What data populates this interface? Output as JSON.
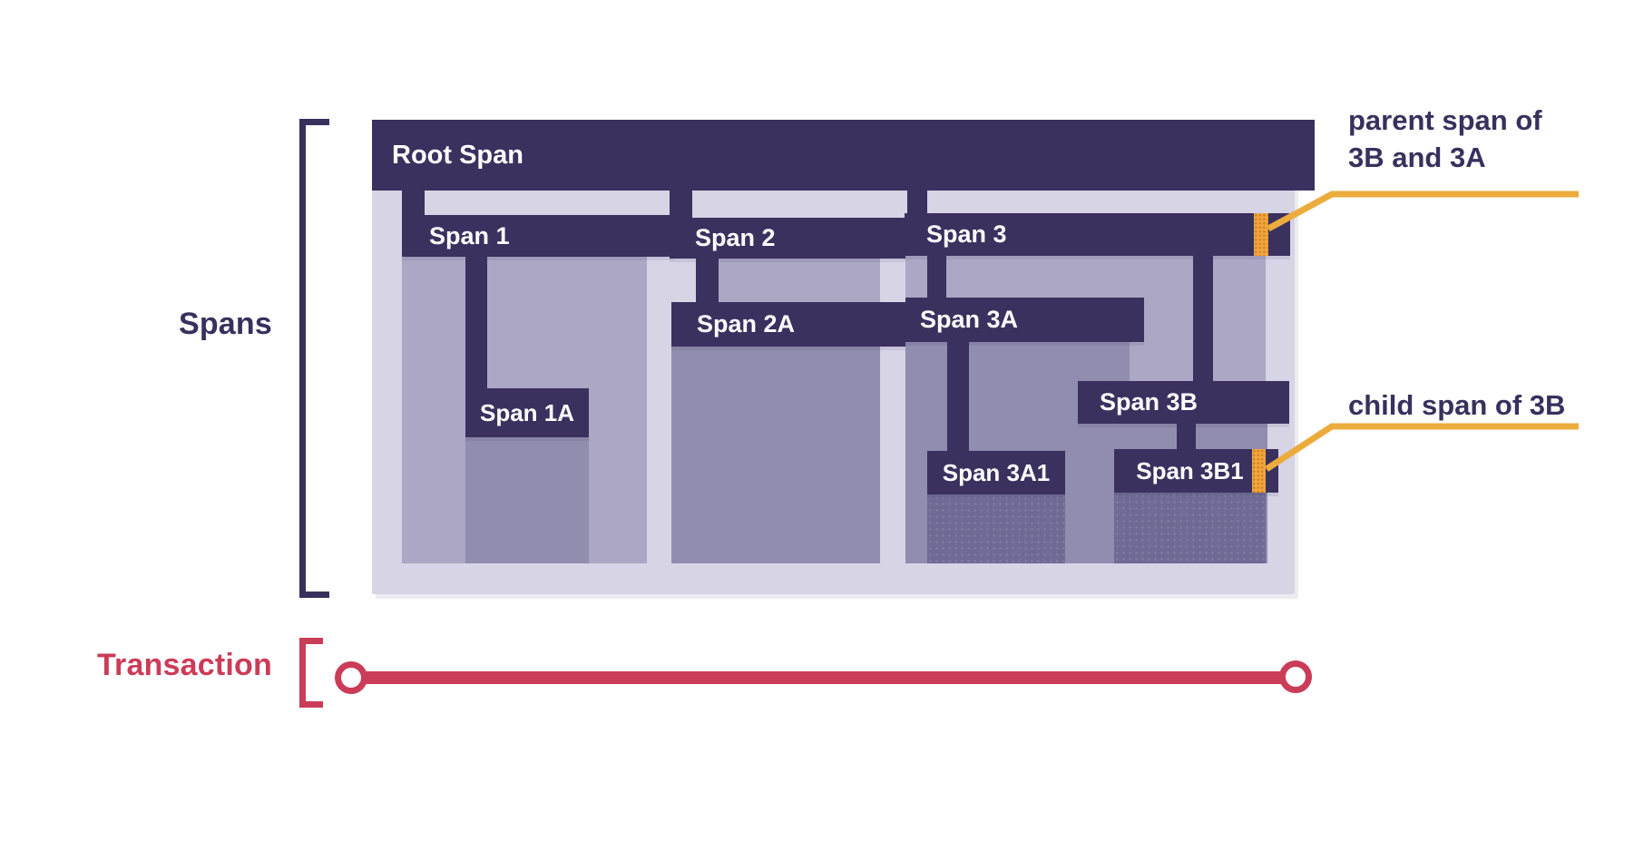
{
  "labels": {
    "spans": "Spans",
    "transaction": "Transaction"
  },
  "bars": {
    "root": {
      "label": "Root Span"
    },
    "s1": {
      "label": "Span 1"
    },
    "s1a": {
      "label": "Span 1A"
    },
    "s2": {
      "label": "Span 2"
    },
    "s2a": {
      "label": "Span 2A"
    },
    "s3": {
      "label": "Span 3"
    },
    "s3a": {
      "label": "Span 3A"
    },
    "s3a1": {
      "label": "Span 3A1"
    },
    "s3b": {
      "label": "Span 3B"
    },
    "s3b1": {
      "label": "Span 3B1"
    }
  },
  "annotations": {
    "parent": {
      "line1": "parent span of",
      "line2": "3B and 3A"
    },
    "child": {
      "text": "child span of 3B"
    }
  },
  "colors": {
    "bar_dark": "#3a315f",
    "container": "#d6d4e5",
    "fill_level1": "#aba7c4",
    "fill_level2": "#918dae",
    "fill_level3": "#6f6b95",
    "marker_orange": "#f2a43c",
    "leader_yellow": "#ecac3d",
    "transaction_red": "#cb3c58",
    "text_dark": "#38315e"
  }
}
